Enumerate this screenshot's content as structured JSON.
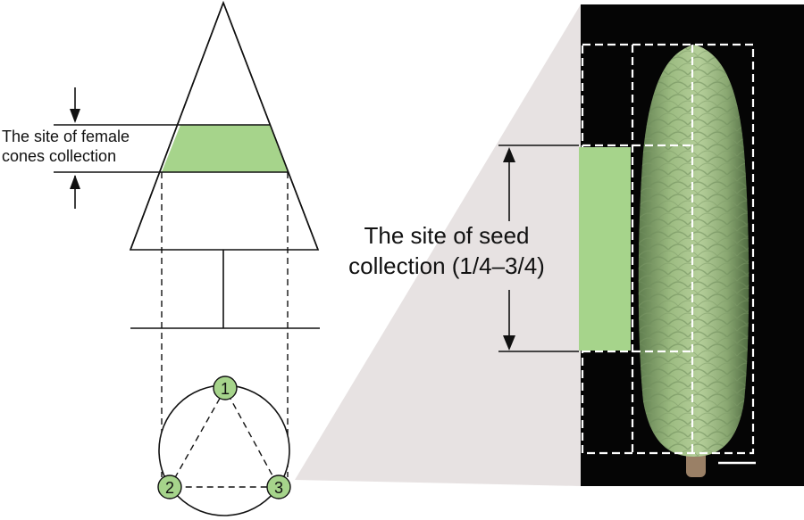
{
  "labels": {
    "female_cones": [
      "The site of female",
      "cones collection"
    ],
    "seed_collection": [
      "The site of seed",
      "collection (1/4–3/4)"
    ]
  },
  "sampling_points": [
    "1",
    "2",
    "3"
  ],
  "colors": {
    "highlight_green": "#a6d48b",
    "photo_background": "#050505",
    "wedge_gray": "#e7e2e2"
  }
}
